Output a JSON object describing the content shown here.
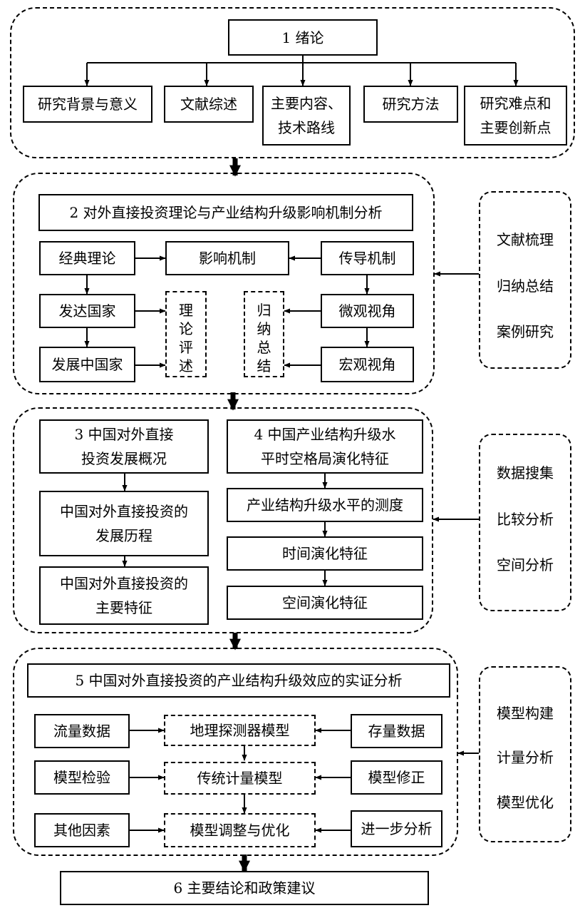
{
  "s1": {
    "title": "1 绪论",
    "items": [
      "研究背景与意义",
      "文献综述",
      "主要内容、\n技术路线",
      "研究方法",
      "研究难点和\n主要创新点"
    ]
  },
  "s2": {
    "title": "2  对外直接投资理论与产业结构升级影响机制分析",
    "classic": "经典理论",
    "mechanism": "影响机制",
    "transmission": "传导机制",
    "developed": "发达国家",
    "developing": "发展中国家",
    "micro": "微观视角",
    "macro": "宏观视角",
    "review": [
      "理",
      "论",
      "评",
      "述"
    ],
    "summary": [
      "归",
      "纳",
      "总",
      "结"
    ],
    "methods": [
      "文献梳理",
      "归纳总结",
      "案例研究"
    ]
  },
  "s3": {
    "title": "3 中国对外直接\n投资发展概况",
    "history": "中国对外直接投资的\n发展历程",
    "features": "中国对外直接投资的\n主要特征"
  },
  "s4": {
    "title": "4 中国产业结构升级水\n平时空格局演化特征",
    "measure": "产业结构升级水平的测度",
    "time": "时间演化特征",
    "space": "空间演化特征",
    "methods": [
      "数据搜集",
      "比较分析",
      "空间分析"
    ]
  },
  "s5": {
    "title": "5 中国对外直接投资的产业结构升级效应的实证分析",
    "flow": "流量数据",
    "geo": "地理探测器模型",
    "stock": "存量数据",
    "test": "模型检验",
    "econ": "传统计量模型",
    "fix": "模型修正",
    "other": "其他因素",
    "adjust": "模型调整与优化",
    "further": "进一步分析",
    "methods": [
      "模型构建",
      "计量分析",
      "模型优化"
    ]
  },
  "s6": {
    "title": "6 主要结论和政策建议"
  }
}
